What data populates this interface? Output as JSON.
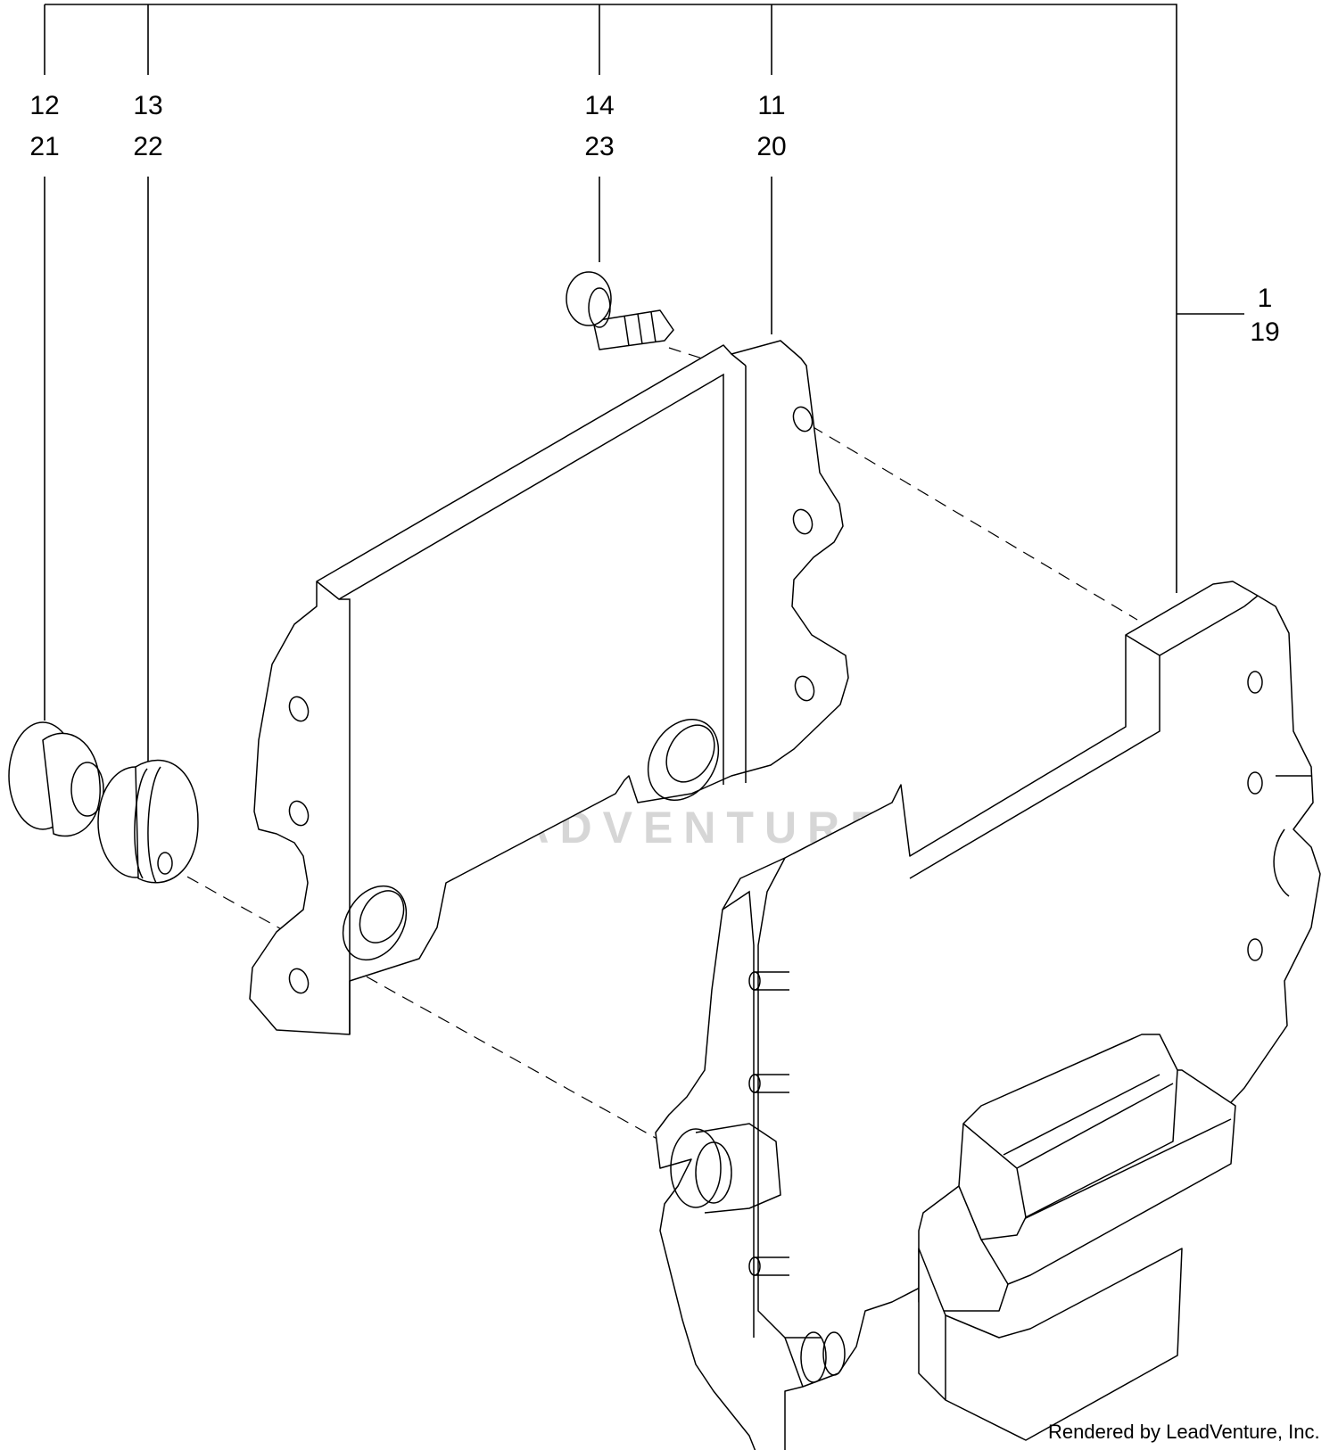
{
  "callouts": {
    "item_12_21": {
      "top": "12",
      "bottom": "21"
    },
    "item_13_22": {
      "top": "13",
      "bottom": "22"
    },
    "item_14_23": {
      "top": "14",
      "bottom": "23"
    },
    "item_11_20": {
      "top": "11",
      "bottom": "20"
    },
    "item_1_19": {
      "top": "1",
      "bottom": "19"
    }
  },
  "watermark": {
    "text": "LEADVENTURE"
  },
  "credit": "Rendered by LeadVenture, Inc.",
  "colors": {
    "line": "#000000",
    "watermark": "#d6d6d6",
    "background": "#ffffff"
  }
}
